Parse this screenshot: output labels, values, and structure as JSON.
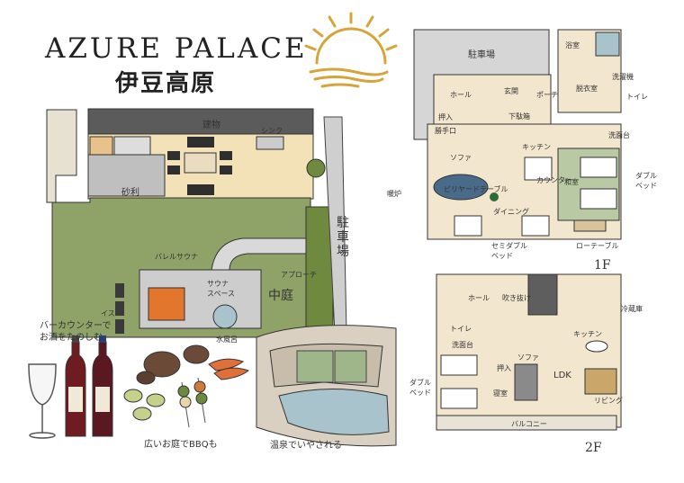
{
  "header": {
    "title": "AZURE PALACE",
    "subtitle": "伊豆高原"
  },
  "garden": {
    "building_label": "建物",
    "gravel_label": "砂利",
    "courtyard_label": "中庭",
    "parking_label": "駐車場",
    "sink_label": "シンク",
    "barrel_sauna_label": "バレルサウナ",
    "sauna_space_label": "サウナ\nスペース",
    "water_bath_label": "水風呂",
    "arch_label": "アプローチ",
    "chairs_label": "イス"
  },
  "captions": {
    "bar_counter": "バーカウンターで\nお酒をたのしむ",
    "bbq": "広いお庭でBBQも",
    "onsen": "温泉でいやされる"
  },
  "floor1": {
    "tag": "1F",
    "rooms": {
      "parking": "駐車場",
      "bath": "浴室",
      "washroom": "脱衣室",
      "washing_machine": "洗濯機",
      "toilet": "トイレ",
      "hall": "ホール",
      "entrance": "玄関",
      "porch": "ポーチ",
      "storage": "押入",
      "shoe_box": "下駄箱",
      "back_door": "勝手口",
      "sofa": "ソファ",
      "kitchen": "キッチン",
      "counter": "カウンター",
      "pool_table": "ビリヤードテーブル",
      "washbasin": "洗面台",
      "japanese_room": "和室",
      "double_bed": "ダブル\nベッド",
      "semi_double_bed": "セミダブル\nベッド",
      "low_table": "ローテーブル",
      "dining": "ダイニング",
      "fireplace": "暖炉"
    }
  },
  "floor2": {
    "tag": "2F",
    "rooms": {
      "hall": "ホール",
      "void": "吹き抜け",
      "kitchen": "キッチン",
      "fridge": "冷蔵庫",
      "ldk": "LDK",
      "toilet": "トイレ",
      "washbasin": "洗面台",
      "storage": "押入",
      "double_bed": "ダブル\nベッド",
      "living": "リビング",
      "bedroom": "寝室",
      "balcony": "バルコニー",
      "sofa": "ソファ"
    }
  },
  "colors": {
    "ink": "#333333",
    "lawn": "#8fa267",
    "floor_wood": "#f3e6cf",
    "tatami": "#b8c9a3",
    "water": "#a9c3cc",
    "sauna_orange": "#e2762d",
    "sun": "#d6a53a",
    "wine": "#6e1b22"
  },
  "icons": [
    "sun-icon",
    "wine-glass-icon",
    "wine-bottle-icon",
    "bbq-skewer-icon",
    "shrimp-icon",
    "onsen-icon"
  ]
}
